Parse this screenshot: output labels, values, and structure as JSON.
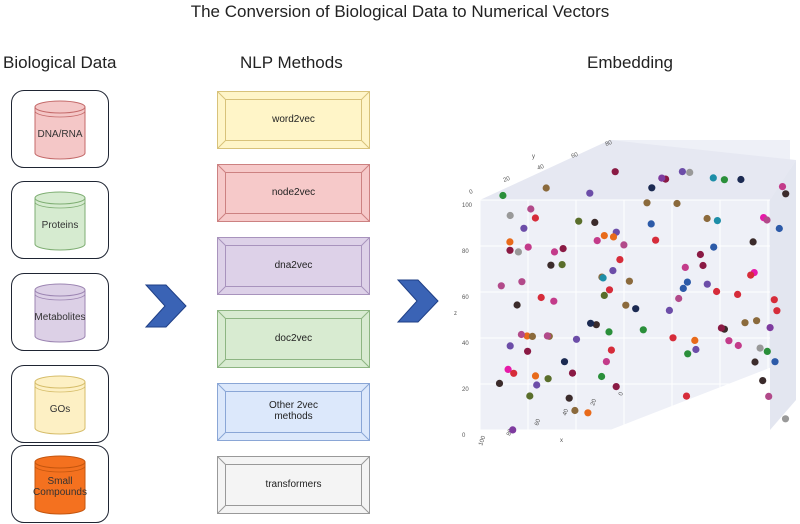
{
  "title": "The Conversion of Biological Data to Numerical Vectors",
  "columns": {
    "biological_data": "Biological Data",
    "nlp_methods": "NLP Methods",
    "embedding": "Embedding"
  },
  "data_sources": [
    {
      "label": "DNA/RNA",
      "fill": "#f4c7c7",
      "stroke": "#c46a6a"
    },
    {
      "label": "Proteins",
      "fill": "#d6ebd0",
      "stroke": "#7fae73"
    },
    {
      "label": "Metabolites",
      "fill": "#dcd0e6",
      "stroke": "#9c85b2"
    },
    {
      "label": "GOs",
      "fill": "#fdf0c4",
      "stroke": "#d6bd6a"
    },
    {
      "label": "Small\nCompounds",
      "fill": "#f4711f",
      "stroke": "#c4560f"
    }
  ],
  "methods": [
    {
      "label": "word2vec",
      "fill": "#fff5c8",
      "stroke": "#d8c27a"
    },
    {
      "label": "node2vec",
      "fill": "#f6c9c9",
      "stroke": "#cc8181"
    },
    {
      "label": "dna2vec",
      "fill": "#ddd1e8",
      "stroke": "#a893bd"
    },
    {
      "label": "doc2vec",
      "fill": "#d8ebd1",
      "stroke": "#8db582"
    },
    {
      "label": "Other 2vec\nmethods",
      "fill": "#dce8fb",
      "stroke": "#8aa6d6"
    },
    {
      "label": "transformers",
      "fill": "#f4f4f4",
      "stroke": "#999999"
    }
  ],
  "colors": {
    "arrow": "#3a63b5",
    "arrow_edge": "#1f3f86"
  },
  "scatter": {
    "z_ticks": [
      "0",
      "20",
      "40",
      "60",
      "80",
      "100"
    ],
    "x_ticks": [
      "100",
      "80",
      "60",
      "40",
      "20",
      "0"
    ],
    "y_ticks": [
      "0",
      "20",
      "40",
      "60",
      "80"
    ],
    "axis_labels": {
      "x": "x",
      "y": "y",
      "z": "z"
    }
  }
}
